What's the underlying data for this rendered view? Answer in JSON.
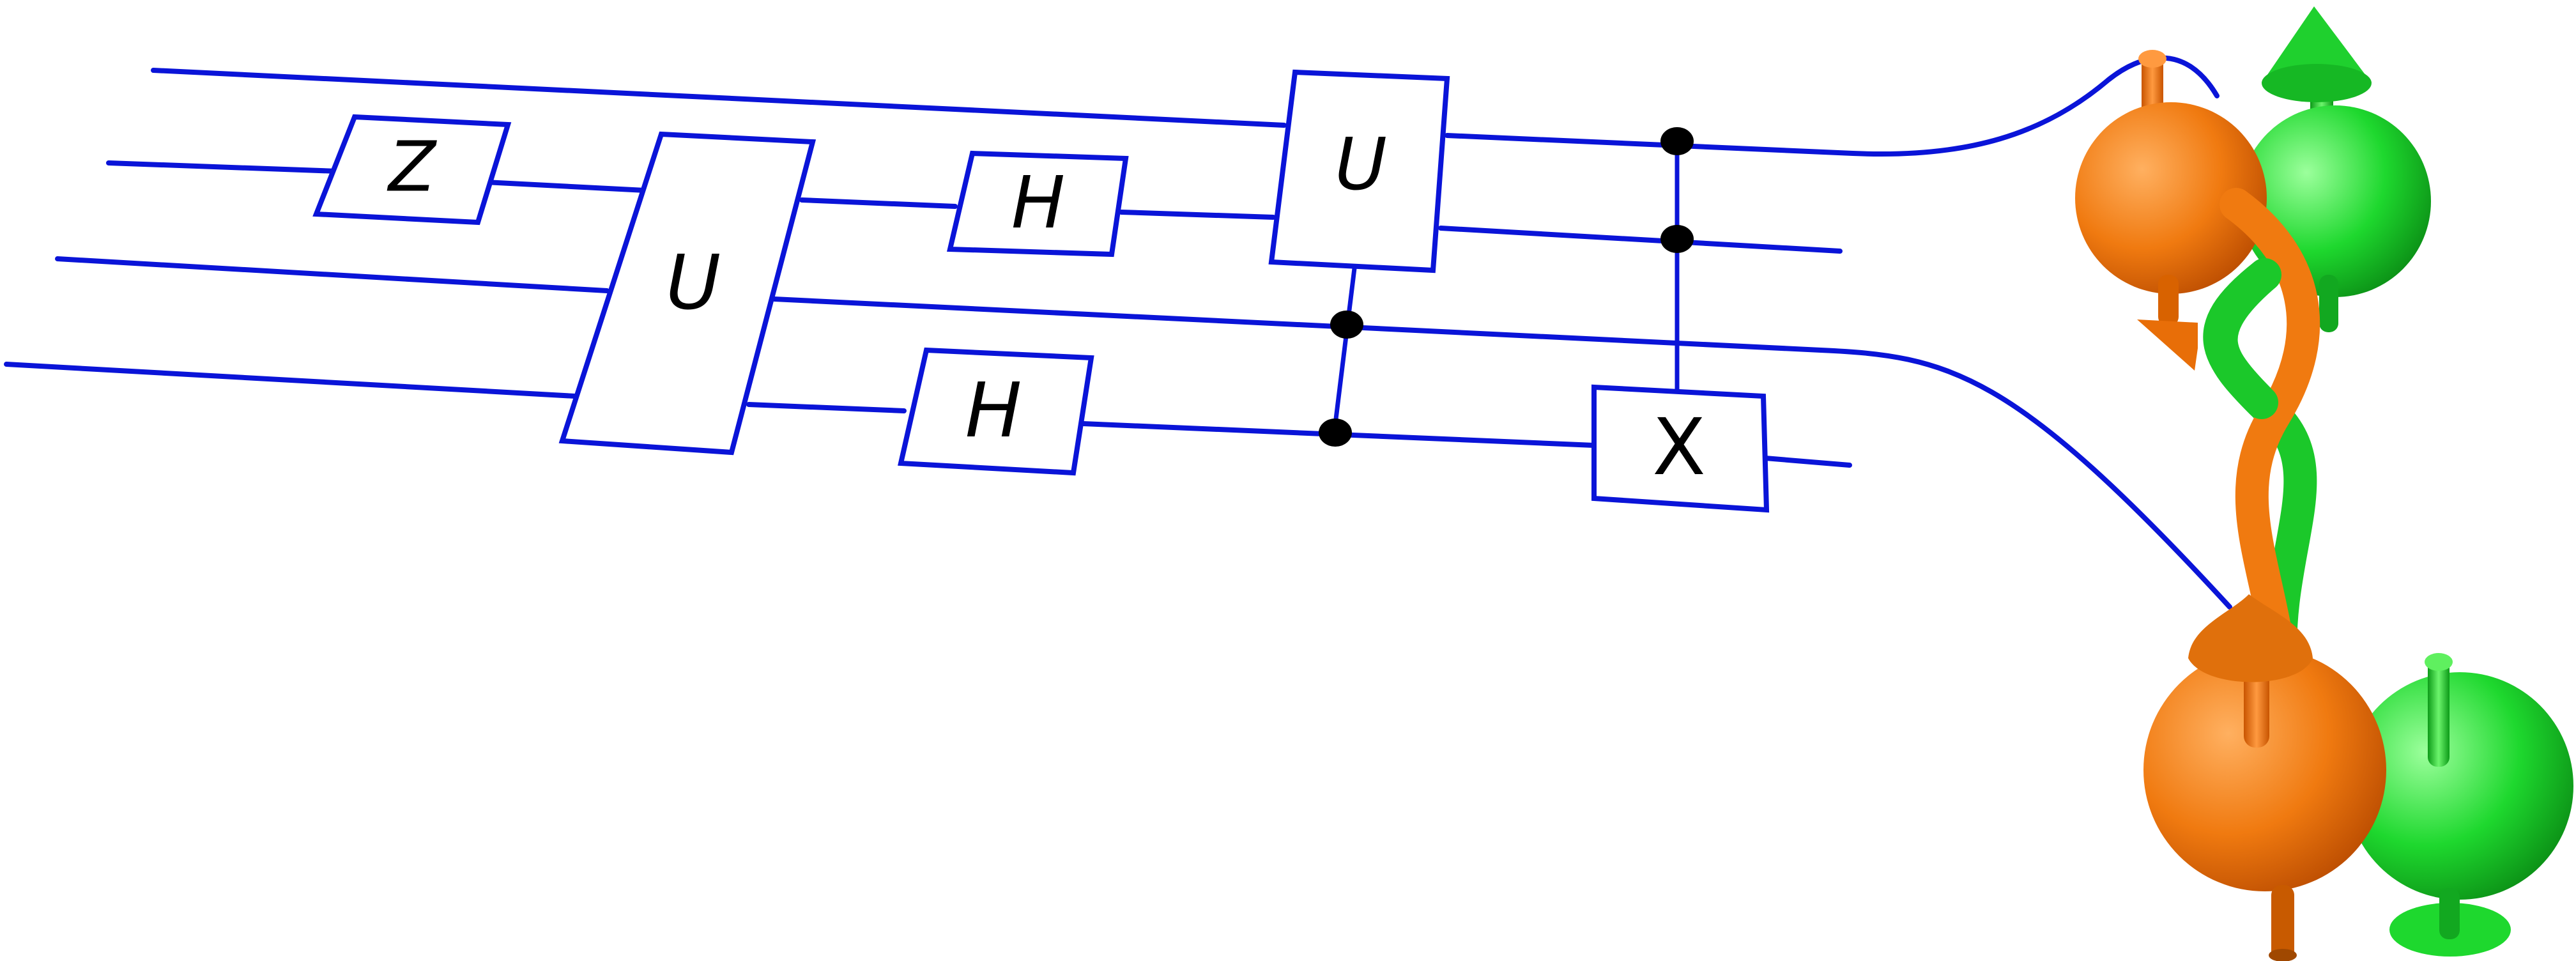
{
  "diagram": {
    "gates": [
      {
        "id": "z",
        "label": "Z"
      },
      {
        "id": "u1",
        "label": "U"
      },
      {
        "id": "h1",
        "label": "H"
      },
      {
        "id": "u2",
        "label": "U"
      },
      {
        "id": "h2",
        "label": "H"
      },
      {
        "id": "x",
        "label": "X"
      }
    ],
    "colors": {
      "wire": "#0a14d8",
      "orange_sphere": "#f07a10",
      "green_sphere": "#18d82a"
    }
  }
}
